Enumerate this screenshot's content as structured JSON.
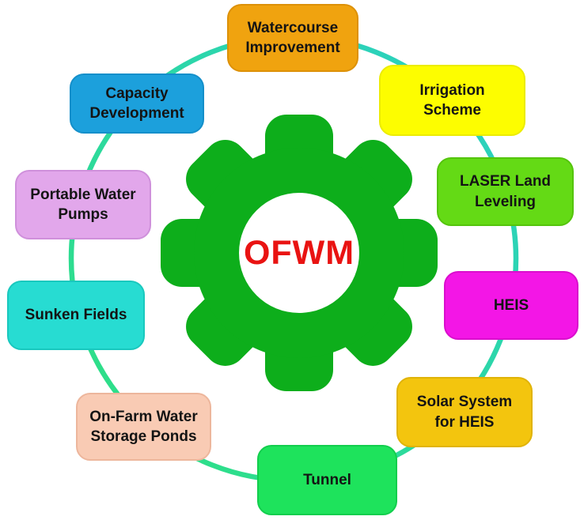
{
  "diagram": {
    "type": "hub-and-spoke cycle",
    "background": "#ffffff"
  },
  "center": {
    "label": "OFWM",
    "text_color": "#E91312",
    "gear_color": "#0DAE1B",
    "hub_color": "#ffffff"
  },
  "ring": {
    "color_left": "#2EE17F",
    "color_right": "#2BCFC6"
  },
  "nodes": [
    {
      "id": "watercourse-improvement",
      "label": "Watercourse\nImprovement",
      "fill": "#F0A30F",
      "border": "#DD9108"
    },
    {
      "id": "irrigation-scheme",
      "label": "Irrigation\nScheme",
      "fill": "#FDFD00",
      "border": "#ECEC00"
    },
    {
      "id": "laser-land-leveling",
      "label": "LASER Land\nLeveling",
      "fill": "#64DA15",
      "border": "#54C40C"
    },
    {
      "id": "heis",
      "label": "HEIS",
      "fill": "#F316E6",
      "border": "#DA0ECD"
    },
    {
      "id": "solar-system-for-heis",
      "label": "Solar System\nfor HEIS",
      "fill": "#F3C50E",
      "border": "#E0B307"
    },
    {
      "id": "tunnel",
      "label": "Tunnel",
      "fill": "#1EE35C",
      "border": "#12CE4D"
    },
    {
      "id": "on-farm-water-storage-ponds",
      "label": "On-Farm Water\nStorage Ponds",
      "fill": "#F9CBB4",
      "border": "#EDB69C"
    },
    {
      "id": "sunken-fields",
      "label": "Sunken Fields",
      "fill": "#27DCD2",
      "border": "#19C8BE"
    },
    {
      "id": "portable-water-pumps",
      "label": "Portable Water\nPumps",
      "fill": "#E2A7EB",
      "border": "#CF90DB"
    },
    {
      "id": "capacity-development",
      "label": "Capacity\nDevelopment",
      "fill": "#1CA0DC",
      "border": "#148FCA"
    }
  ]
}
